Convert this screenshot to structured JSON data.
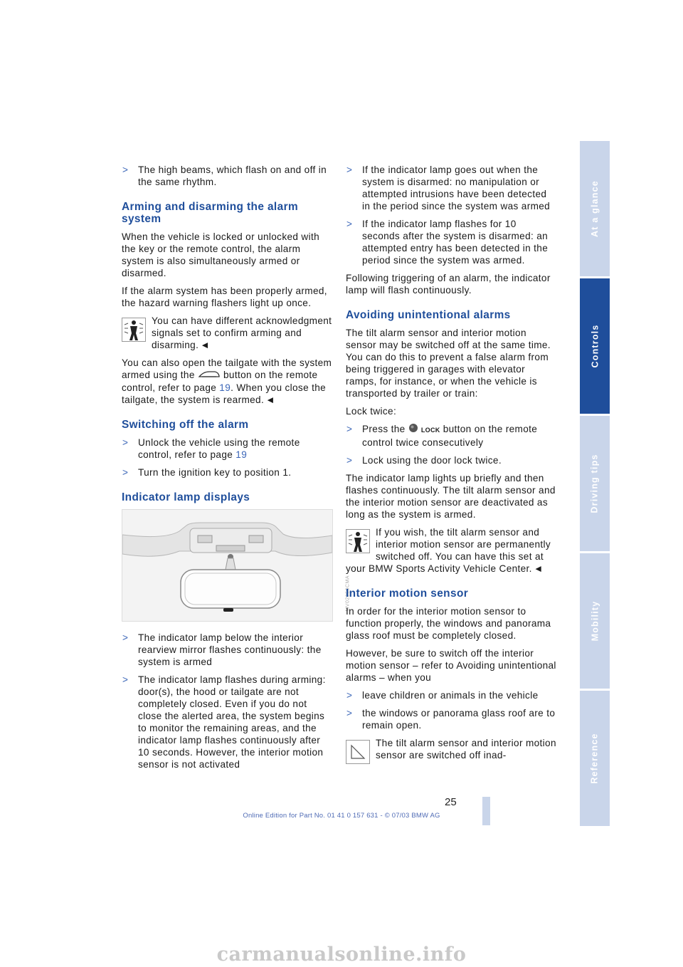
{
  "left": {
    "b0": "The high beams, which flash on and off in the same rhythm.",
    "h_arming": "Arming and disarming the alarm system",
    "p1": "When the vehicle is locked or unlocked with the key or the remote control, the alarm system is also simultaneously armed or disarmed.",
    "p2": "If the alarm system has been properly armed, the hazard warning flashers light up once.",
    "note1": "You can have different acknowledgment signals set to confirm arming and disarming.",
    "p3_a": "You can also open the tailgate with the system armed using the",
    "p3_b": "button on the remote control, refer to page",
    "p3_page": "19",
    "p3_c": ". When you close the tailgate, the system is rearmed.",
    "h_switch": "Switching off the alarm",
    "sw1_a": "Unlock the vehicle using the remote control, refer to page",
    "sw1_page": "19",
    "sw2": "Turn the ignition key to position 1.",
    "h_indicator": "Indicator lamp displays",
    "fig_code": "MV02058CMA",
    "ind1": "The indicator lamp below the interior rearview mirror flashes continuously: the system is armed",
    "ind2": "The indicator lamp flashes during arming: door(s), the hood or tailgate are not completely closed. Even if you do not close the alerted area, the system begins to monitor the remaining areas, and the indicator lamp flashes continuously after 10 seconds. However, the interior motion sensor is not activated"
  },
  "right": {
    "b1": "If the indicator lamp goes out when the system is disarmed: no manipulation or attempted intrusions have been detected in the period since the system was armed",
    "b2": "If the indicator lamp flashes for 10 seconds after the system is disarmed: an attempted entry has been detected in the period since the system was armed.",
    "p1": "Following triggering of an alarm, the indicator lamp will flash continuously.",
    "h_avoid": "Avoiding unintentional alarms",
    "p2": "The tilt alarm sensor and interior motion sensor may be switched off at the same time. You can do this to prevent a false alarm from being triggered in garages with elevator ramps, for instance, or when the vehicle is transported by trailer or train:",
    "p3": "Lock twice:",
    "lb1_a": "Press the",
    "lock_label": "LOCK",
    "lb1_b": "button on the remote control twice consecutively",
    "lb2": "Lock using the door lock twice.",
    "p4": "The indicator lamp lights up briefly and then flashes continuously. The tilt alarm sensor and the interior motion sensor are deactivated as long as the system is armed.",
    "note2": "If you wish, the tilt alarm sensor and interior motion sensor are permanently switched off. You can have this set at your BMW Sports Activity Vehicle Center.",
    "h_motion": "Interior motion sensor",
    "p5": "In order for the interior motion sensor to function properly, the windows and panorama glass roof must be completely closed.",
    "p6": "However, be sure to switch off the interior motion sensor – refer to Avoiding unintentional alarms – when you",
    "mb1": "leave children or animals in the vehicle",
    "mb2": "the windows or panorama glass roof are to remain open.",
    "note3": "The tilt alarm sensor and interior motion sensor are switched off inad-"
  },
  "side_tabs": [
    "At a glance",
    "Controls",
    "Driving tips",
    "Mobility",
    "Reference"
  ],
  "active_tab": "Controls",
  "page_number": "25",
  "footer": "Online Edition for Part No. 01 41 0 157 631 - © 07/03 BMW AG",
  "watermark": "carmanualsonline.info",
  "bullet_char": ">",
  "end_mark": "◄",
  "colors": {
    "heading": "#1f4e9b",
    "tab_active": "#1f4e9b",
    "tab": "#c9d5ea"
  }
}
